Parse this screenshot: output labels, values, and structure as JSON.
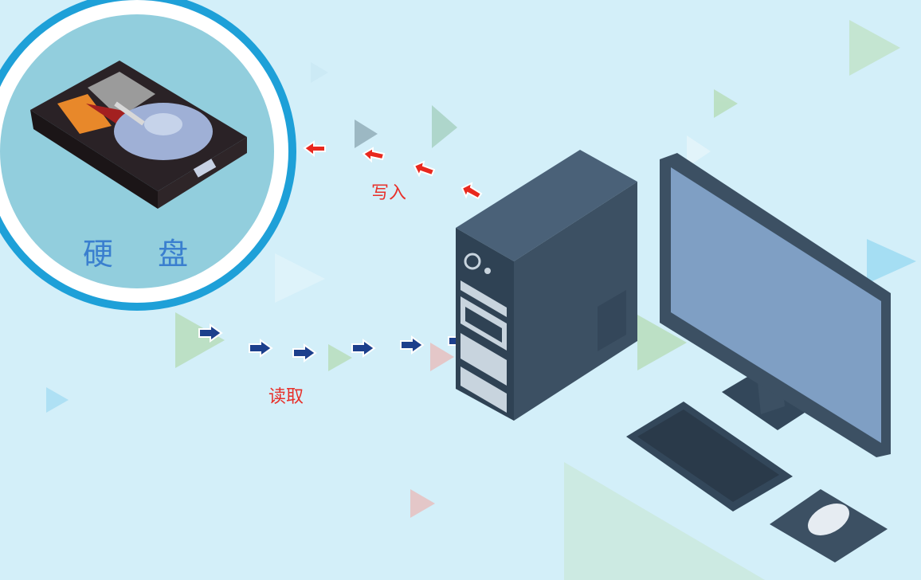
{
  "disk": {
    "label": "硬 盘"
  },
  "write": {
    "label": "写入",
    "arrow_color": "#e8281e"
  },
  "read": {
    "label": "读取",
    "arrow_color": "#1c3f8c"
  },
  "colors": {
    "background": "#d3eff9",
    "ring": "#1ea0d8",
    "circle_fill": "#92cedd",
    "case": "#3c5063",
    "screen": "#7f9fc4"
  }
}
